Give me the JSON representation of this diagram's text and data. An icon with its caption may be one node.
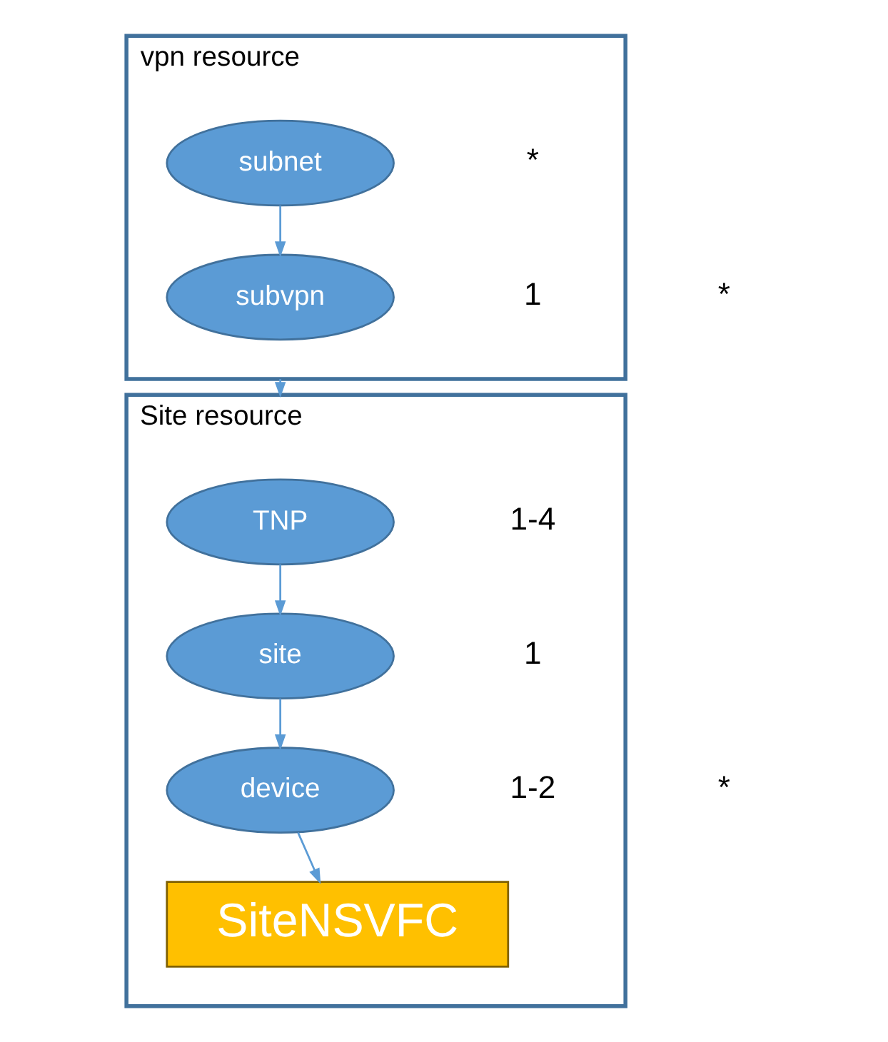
{
  "diagram": {
    "nodes": [
      {
        "text": [
          "vpn resource"
        ],
        "beside": [
          "*"
        ]
      },
      {
        "text": [
          "subnet"
        ],
        "in": 0,
        "beside": [
          "*"
        ]
      },
      {
        "text": [
          "subvpn"
        ],
        "in": 0,
        "beside": [
          "1"
        ]
      },
      {
        "text": [
          "Site resource"
        ],
        "beside": [
          "*"
        ]
      },
      {
        "text": [
          "TNP"
        ],
        "in": 3,
        "beside": [
          "1-4"
        ]
      },
      {
        "text": [
          "site"
        ],
        "in": 3,
        "beside": [
          "1"
        ]
      },
      {
        "text": [
          "device"
        ],
        "in": 3,
        "beside": [
          "1-2"
        ]
      },
      {
        "text": [
          "SiteNSVFC"
        ],
        "in": 3
      }
    ],
    "edges": [
      {
        "from": 1,
        "to": 2,
        "arrow": "to"
      },
      {
        "from": 0,
        "to": 3,
        "arrow": "to"
      },
      {
        "from": 4,
        "to": 5,
        "arrow": "to"
      },
      {
        "from": 5,
        "to": 6,
        "arrow": "to"
      },
      {
        "from": 6,
        "to": 7,
        "arrow": "to"
      }
    ]
  }
}
